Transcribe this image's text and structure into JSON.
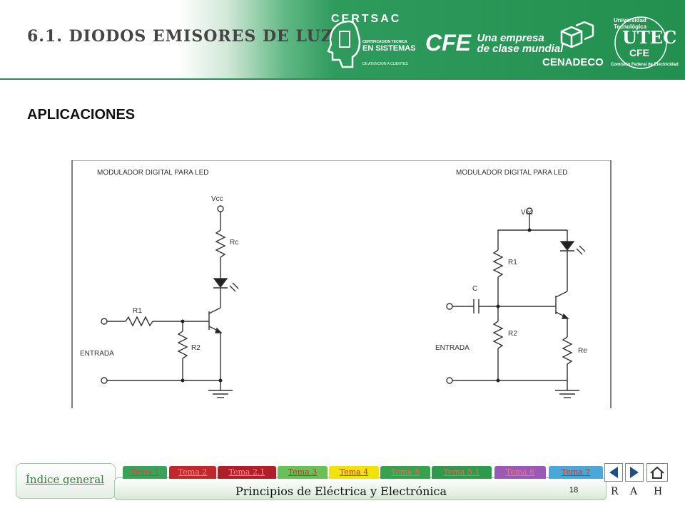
{
  "slide": {
    "title": "6.1. DIODOS EMISORES DE LUZ",
    "section": "APLICACIONES"
  },
  "logos": {
    "certsac": {
      "name": "CERTSAC",
      "line1": "CERTIFICACION TECNICA",
      "line2a": "EN SISTEMAS",
      "line2b": "DE ATENCION A CLIENTES"
    },
    "cfe": {
      "name": "CFE",
      "tagline1": "Una empresa",
      "tagline2": "de clase mundial"
    },
    "cenadeco": {
      "name": "CENADECO"
    },
    "utec": {
      "ring": "Universidad Tecnológica",
      "ring2": "Comisión Federal de Electricidad",
      "mark": "UTEC",
      "sub": "CFE"
    }
  },
  "figure": {
    "left": {
      "title": "MODULADOR DIGITAL PARA LED",
      "labels": {
        "vcc": "Vcc",
        "rc": "Rc",
        "r1": "R1",
        "r2": "R2",
        "entrada": "ENTRADA"
      }
    },
    "right": {
      "title": "MODULADOR DIGITAL PARA LED",
      "labels": {
        "vcc": "Vcc",
        "r1": "R1",
        "c": "C",
        "r2": "R2",
        "re": "Re",
        "entrada": "ENTRADA"
      }
    }
  },
  "footer": {
    "index_label": "Índice general",
    "course": "Principios de Eléctrica y Electrónica",
    "page": "18",
    "tabs": [
      {
        "label": "Tema 1",
        "bg": "#3aa35a",
        "fg": "#d04040"
      },
      {
        "label": "Tema 2",
        "bg": "#c0282c",
        "fg": "#ff9090"
      },
      {
        "label": "Tema 2.1",
        "bg": "#b01e2a",
        "fg": "#ff9090"
      },
      {
        "label": "Tema 3",
        "bg": "#6bbf59",
        "fg": "#c83030"
      },
      {
        "label": "Tema 4",
        "bg": "#f2e20c",
        "fg": "#c83030"
      },
      {
        "label": "Tema 5",
        "bg": "#36a14e",
        "fg": "#ff6060"
      },
      {
        "label": "Tema 5.1",
        "bg": "#2e9a4c",
        "fg": "#ff6060"
      },
      {
        "label": "Tema 6",
        "bg": "#9b59b6",
        "fg": "#ff7070"
      },
      {
        "label": "Tema 7",
        "bg": "#49a8d8",
        "fg": "#c83030"
      }
    ],
    "nav": {
      "r": "R",
      "a": "A",
      "h": "H"
    }
  },
  "colors": {
    "accent": "#2e9a5c",
    "link": "#3a7d3a"
  }
}
